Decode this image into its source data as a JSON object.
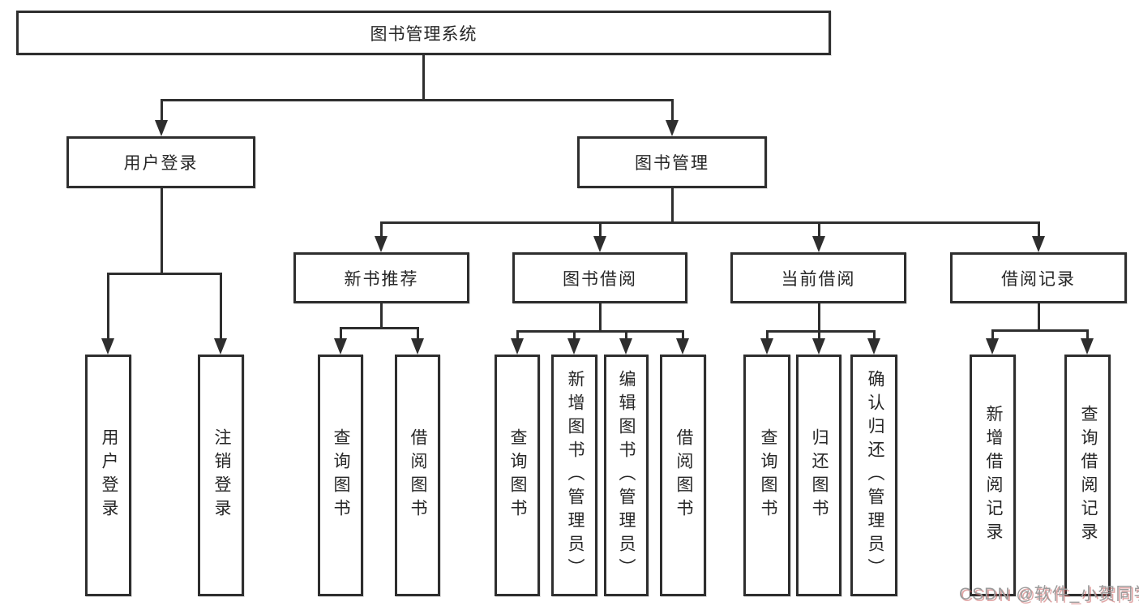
{
  "tree": {
    "root": {
      "label": "图书管理系统"
    },
    "level2": [
      {
        "label": "用户登录"
      },
      {
        "label": "图书管理"
      }
    ],
    "level3": [
      {
        "label": "新书推荐"
      },
      {
        "label": "图书借阅"
      },
      {
        "label": "当前借阅"
      },
      {
        "label": "借阅记录"
      }
    ],
    "leaves": {
      "user_login": [
        {
          "label": "用户登录"
        },
        {
          "label": "注销登录"
        }
      ],
      "new_books": [
        {
          "label": "查询图书"
        },
        {
          "label": "借阅图书"
        }
      ],
      "book_borrow": [
        {
          "label": "查询图书"
        },
        {
          "label": "新增图书（管理员）"
        },
        {
          "label": "编辑图书（管理员）"
        },
        {
          "label": "借阅图书"
        }
      ],
      "current_borrow": [
        {
          "label": "查询图书"
        },
        {
          "label": "归还图书"
        },
        {
          "label": "确认归还（管理员）"
        }
      ],
      "borrow_records": [
        {
          "label": "新增借阅记录"
        },
        {
          "label": "查询借阅记录"
        }
      ]
    }
  },
  "watermark": {
    "text": "CSDN @软件_小贺同学"
  },
  "colors": {
    "line": "#2e2e2e",
    "box_border": "#2e2e2e",
    "text": "#262626",
    "background": "#ffffff",
    "watermark_text": "#9c9c9c",
    "watermark_shadow": "#c95c5c"
  }
}
